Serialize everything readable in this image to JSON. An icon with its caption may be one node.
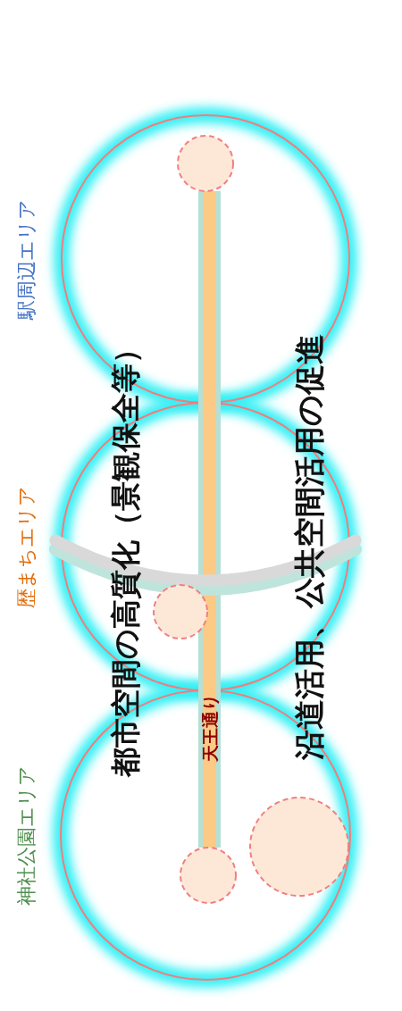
{
  "diagram": {
    "nodes": [
      {
        "text": [
          "駅周辺エリア"
        ]
      },
      {
        "text": [],
        "shape": "circle",
        "in": 0
      },
      {
        "text": [
          "歴まちエリア"
        ]
      },
      {
        "text": [],
        "shape": "circle",
        "in": 2
      },
      {
        "text": [
          "神社公園エリア"
        ]
      },
      {
        "text": [],
        "shape": "circle",
        "in": 4
      },
      {
        "text": [],
        "shape": "circle",
        "in": 4
      },
      {
        "text": [
          "天王通り"
        ]
      }
    ],
    "labels": [
      "都市空間の高質化（景観保全等）",
      "沿道活用、公共空間活用の促進"
    ]
  }
}
